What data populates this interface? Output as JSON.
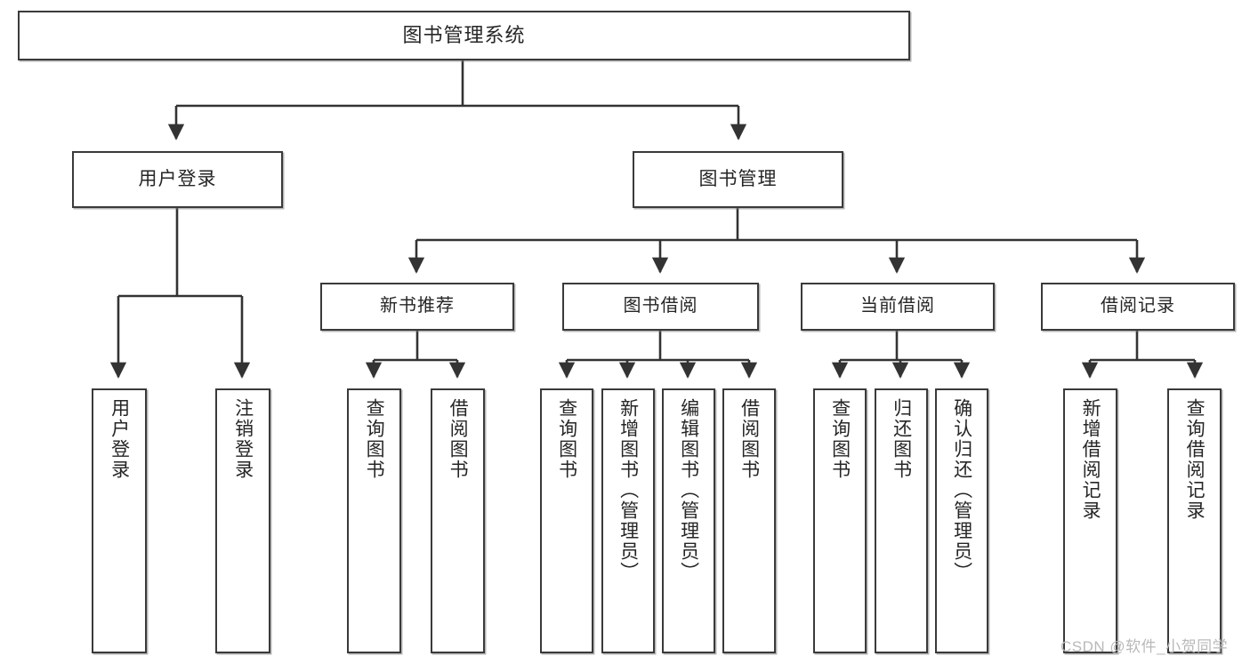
{
  "diagram": {
    "type": "tree",
    "title": "图书管理系统",
    "orientation": "top-down",
    "root": {
      "label": "图书管理系统"
    },
    "level1": [
      {
        "label": "用户登录"
      },
      {
        "label": "图书管理"
      }
    ],
    "level2": [
      {
        "label": "新书推荐"
      },
      {
        "label": "图书借阅"
      },
      {
        "label": "当前借阅"
      },
      {
        "label": "借阅记录"
      }
    ],
    "leaves": {
      "user_login": [
        {
          "label": "用户登录"
        },
        {
          "label": "注销登录"
        }
      ],
      "new_book_recommend": [
        {
          "label": "查询图书"
        },
        {
          "label": "借阅图书"
        }
      ],
      "book_borrow": [
        {
          "label": "查询图书"
        },
        {
          "label": "新增图书（管理员）"
        },
        {
          "label": "编辑图书（管理员）"
        },
        {
          "label": "借阅图书"
        }
      ],
      "current_borrow": [
        {
          "label": "查询图书"
        },
        {
          "label": "归还图书"
        },
        {
          "label": "确认归还（管理员）"
        }
      ],
      "borrow_record": [
        {
          "label": "新增借阅记录"
        },
        {
          "label": "查询借阅记录"
        }
      ]
    }
  },
  "watermark": {
    "text": "CSDN @软件_小贺同学"
  },
  "colors": {
    "box_border": "#3a3a3a",
    "box_fill": "#ffffff",
    "connector": "#333333",
    "text": "#262626",
    "watermark": "#b9b9b9"
  }
}
